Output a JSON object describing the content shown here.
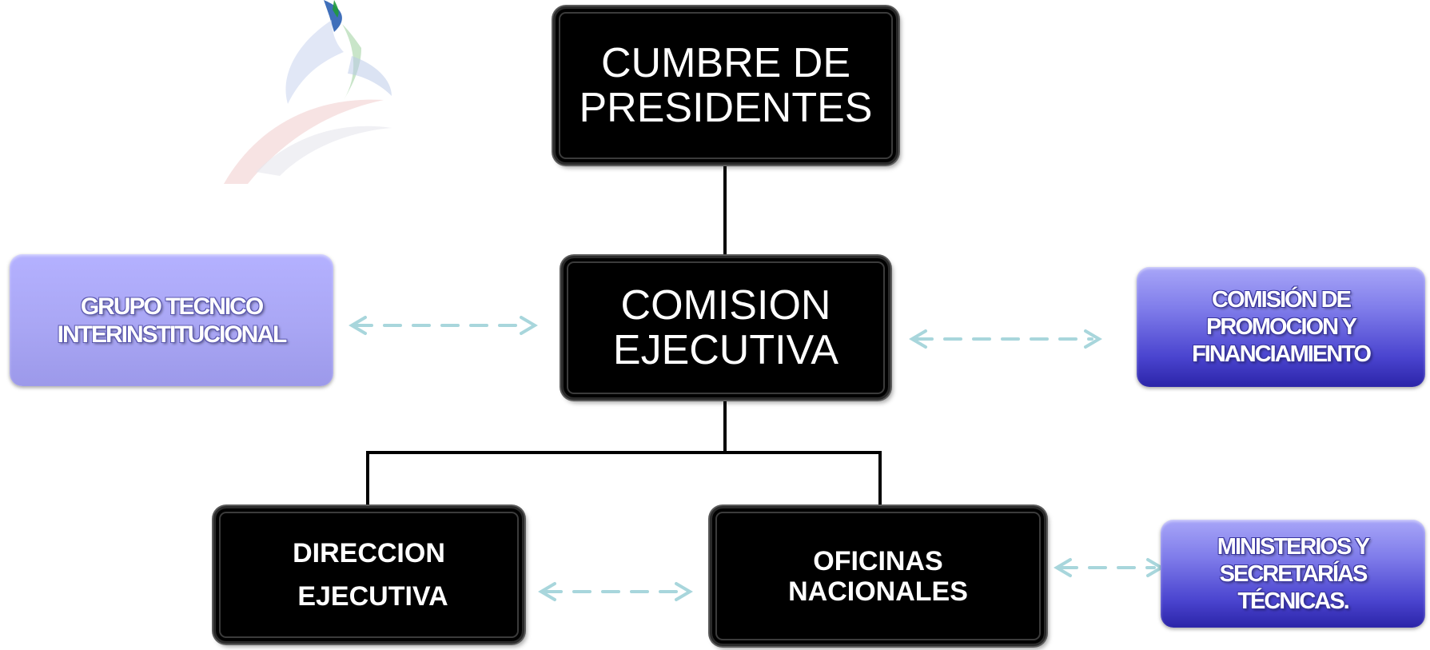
{
  "nodes": {
    "cumbre": {
      "lines": [
        "CUMBRE DE",
        "PRESIDENTES"
      ]
    },
    "comision_ejecutiva": {
      "lines": [
        "COMISION",
        "EJECUTIVA"
      ]
    },
    "grupo_tecnico": {
      "lines": [
        "GRUPO TECNICO",
        "INTERINSTITUCIONAL"
      ]
    },
    "comision_promocion": {
      "lines": [
        "COMISIÓN DE",
        "PROMOCION Y",
        "FINANCIAMIENTO"
      ]
    },
    "direccion_ejecutiva": {
      "lines": [
        "DIRECCION",
        "EJECUTIVA"
      ]
    },
    "oficinas_nacionales": {
      "lines": [
        "OFICINAS",
        "NACIONALES"
      ]
    },
    "ministerios": {
      "lines": [
        "MINISTERIOS Y",
        "SECRETARÍAS",
        "TÉCNICAS."
      ]
    }
  },
  "colors": {
    "node_black": "#000000",
    "node_light_purple": "#aaa7f5",
    "node_dark_purple": "#3a33c0",
    "connector": "#000000",
    "dashed_arrow": "#a8d6dc"
  },
  "icons": {
    "logo": "swirl-logo-icon",
    "arrow": "double-headed-dashed-arrow-icon"
  }
}
